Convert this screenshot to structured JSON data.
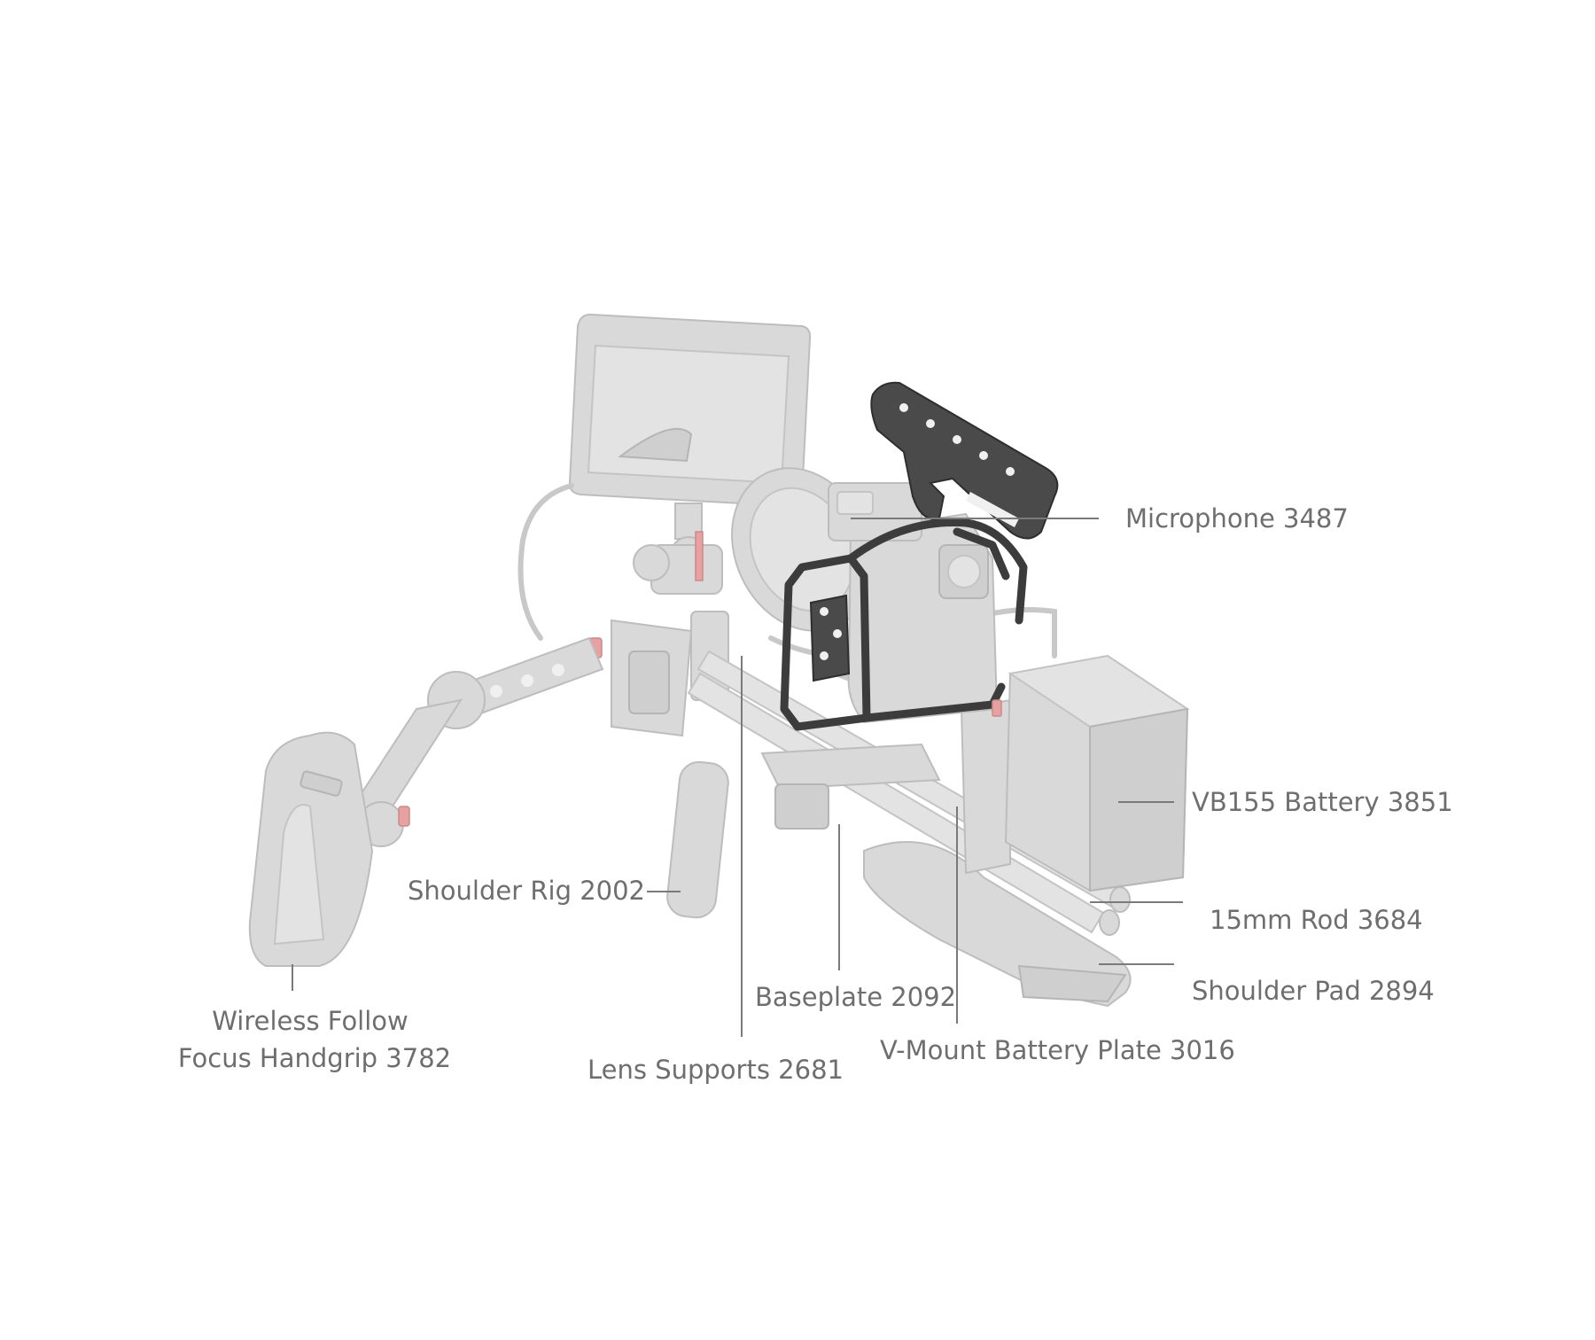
{
  "diagram": {
    "callouts": [
      {
        "id": "microphone",
        "lines": [
          "Microphone 3487"
        ]
      },
      {
        "id": "vb155-battery",
        "lines": [
          "VB155 Battery 3851"
        ]
      },
      {
        "id": "rod-15mm",
        "lines": [
          "15mm Rod 3684"
        ]
      },
      {
        "id": "shoulder-pad",
        "lines": [
          "Shoulder Pad 2894"
        ]
      },
      {
        "id": "vmount-plate",
        "lines": [
          "V-Mount Battery Plate 3016"
        ]
      },
      {
        "id": "baseplate",
        "lines": [
          "Baseplate 2092"
        ]
      },
      {
        "id": "lens-supports",
        "lines": [
          "Lens Supports 2681"
        ]
      },
      {
        "id": "shoulder-rig",
        "lines": [
          "Shoulder Rig 2002"
        ]
      },
      {
        "id": "handgrip",
        "lines": [
          "Wireless Follow",
          "Focus Handgrip 3782"
        ]
      }
    ],
    "colors": {
      "label": "#6e6e6e",
      "leader": "#7a7a7a",
      "ghost_parts": "#d9d9d9",
      "highlighted_cage": "#3c3c3c",
      "background": "#ffffff"
    }
  }
}
